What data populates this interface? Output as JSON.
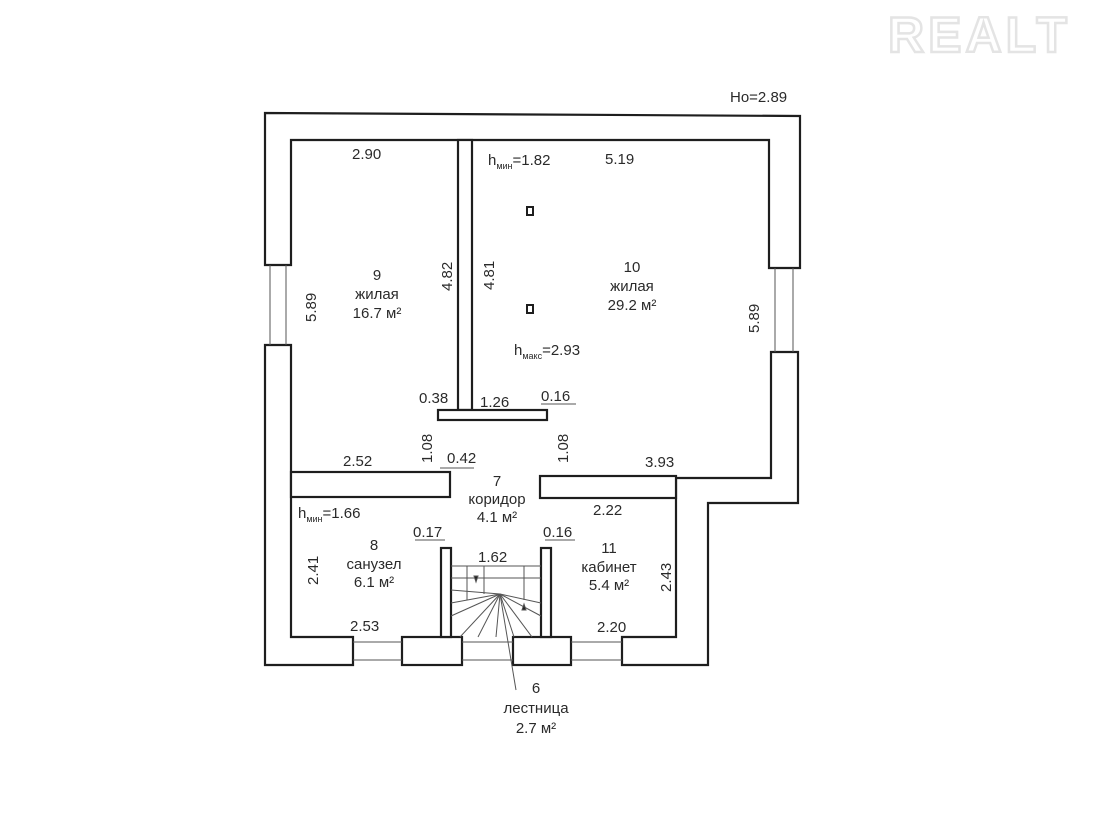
{
  "watermark": "REALT",
  "ceiling_height": "Ho=2.89",
  "rooms": [
    {
      "number": "9",
      "type": "жилая",
      "area": "16.7 м²"
    },
    {
      "number": "10",
      "type": "жилая",
      "area": "29.2 м²"
    },
    {
      "number": "7",
      "type": "коридор",
      "area": "4.1 м²"
    },
    {
      "number": "8",
      "type": "санузел",
      "area": "6.1 м²"
    },
    {
      "number": "11",
      "type": "кабинет",
      "area": "5.4 м²"
    },
    {
      "number": "6",
      "type": "лестница",
      "area": "2.7 м²"
    }
  ],
  "heights": {
    "h_min_10": {
      "h": "h",
      "sub": "мин",
      "value": "=1.82"
    },
    "h_max_10": {
      "h": "h",
      "sub": "макс",
      "value": "=2.93"
    },
    "h_min_8": {
      "h": "h",
      "sub": "мин",
      "value": "=1.66"
    }
  },
  "dimensions": {
    "d290": "2.90",
    "d519": "5.19",
    "d589_left": "5.89",
    "d589_right": "5.89",
    "d482": "4.82",
    "d481": "4.81",
    "d038": "0.38",
    "d126": "1.26",
    "d016_top": "0.16",
    "d108_left": "1.08",
    "d108_right": "1.08",
    "d252": "2.52",
    "d042": "0.42",
    "d393": "3.93",
    "d222": "2.22",
    "d017": "0.17",
    "d016_bottom": "0.16",
    "d162": "1.62",
    "d241": "2.41",
    "d243": "2.43",
    "d253": "2.53",
    "d220": "2.20"
  }
}
